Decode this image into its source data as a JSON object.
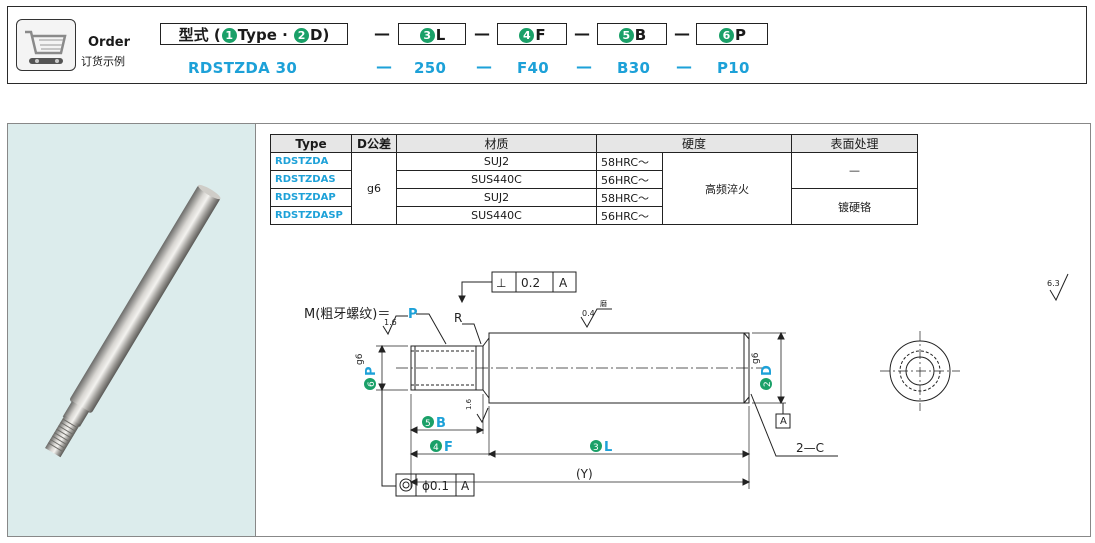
{
  "order": {
    "label": "Order",
    "sub_label": "订货示例",
    "codes": [
      {
        "num": "1",
        "pre": "型式 (",
        "text": "Type · ",
        "num2": "2",
        "text2": "D)"
      },
      {
        "num": "3",
        "text": "L"
      },
      {
        "num": "4",
        "text": "F"
      },
      {
        "num": "5",
        "text": "B"
      },
      {
        "num": "6",
        "text": "P"
      }
    ],
    "dash": "—",
    "values": [
      "RDSTZDA  30",
      "250",
      "F40",
      "B30",
      "P10"
    ]
  },
  "table": {
    "headers": [
      "Type",
      "D公差",
      "材质",
      "硬度",
      "表面处理"
    ],
    "types": [
      "RDSTZDA",
      "RDSTZDAS",
      "RDSTZDAP",
      "RDSTZDASP"
    ],
    "tolerance": "g6",
    "materials": [
      "SUJ2",
      "SUS440C",
      "SUJ2",
      "SUS440C"
    ],
    "hardness": [
      "58HRC～",
      "56HRC～",
      "58HRC～",
      "56HRC～"
    ],
    "hardening": "高频淬火",
    "treatment": [
      "—",
      "镀硬铬"
    ]
  },
  "drawing": {
    "thread_label": "M(粗牙螺纹)＝",
    "thread_var": "P",
    "perp_symbol": "⊥",
    "perp_value": "0.2",
    "datum": "A",
    "radius_label": "R",
    "rough_small": "1.6",
    "rough_mid": "0.4",
    "rough_note": "磨",
    "rough_general": "6.3",
    "dim_P": "P",
    "dim_P_num": "6",
    "dim_D": "D",
    "dim_D_num": "2",
    "g6": "g6",
    "dim_B": "B",
    "dim_B_num": "5",
    "dim_F": "F",
    "dim_F_num": "4",
    "dim_L": "L",
    "dim_L_num": "3",
    "dim_Y": "(Y)",
    "chamfer": "2—C",
    "conc_value": "ϕ0.1",
    "rough_16b": "1.6"
  },
  "colors": {
    "accent_blue": "#1da1d8",
    "badge_green": "#1aa068",
    "photo_bg": "#dcecec"
  }
}
